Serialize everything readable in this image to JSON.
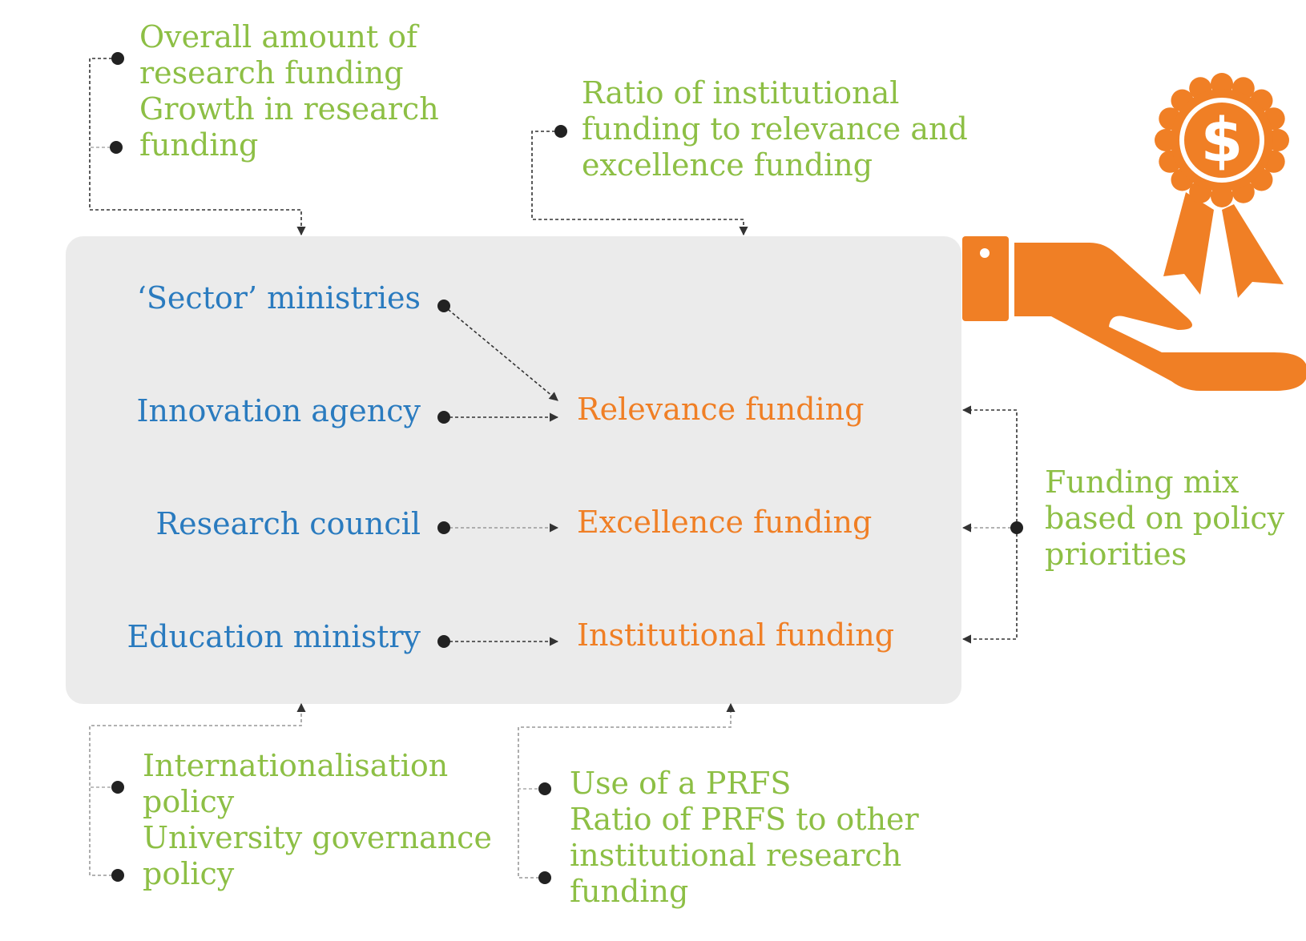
{
  "colors": {
    "green": "#8dbf45",
    "blue": "#2a7bbf",
    "orange": "#f07f25",
    "panel": "#ebebeb",
    "connector": "#333333"
  },
  "top_left": {
    "lines": [
      "Overall amount of",
      "research funding",
      "Growth in research",
      "funding"
    ]
  },
  "top_center": {
    "lines": [
      "Ratio of institutional",
      "funding to relevance and",
      "excellence funding"
    ]
  },
  "right_note": {
    "lines": [
      "Funding mix",
      "based on policy",
      "priorities"
    ]
  },
  "bottom_left": {
    "lines": [
      "Internationalisation",
      "policy",
      "University governance",
      "policy"
    ]
  },
  "bottom_center": {
    "lines": [
      "Use of a PRFS",
      "Ratio of PRFS to other",
      "institutional research",
      "funding"
    ]
  },
  "funders": [
    "‘Sector’ ministries",
    "Innovation agency",
    "Research council",
    "Education ministry"
  ],
  "funding_types": [
    "Relevance funding",
    "Excellence funding",
    "Institutional funding"
  ],
  "icons": {
    "hand": "hand-giving-icon",
    "award": "award-rosette-dollar-icon"
  },
  "award_symbol": "$"
}
